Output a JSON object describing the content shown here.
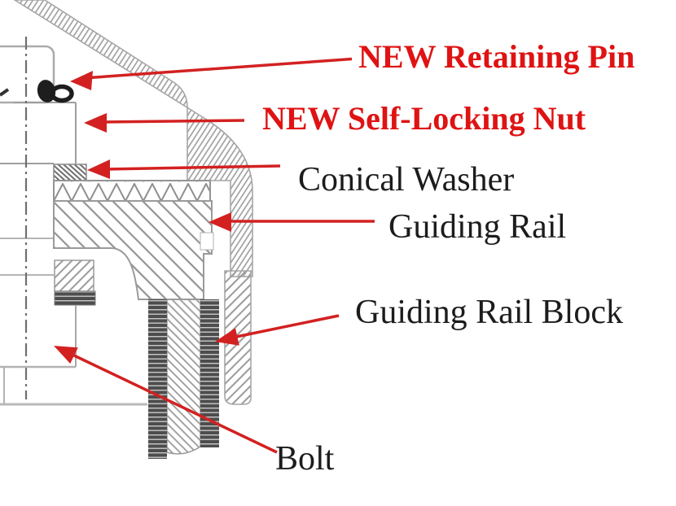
{
  "diagram": {
    "type": "mechanical-cross-section",
    "labels": {
      "retaining_pin": "NEW Retaining Pin",
      "self_locking_nut": "NEW Self-Locking Nut",
      "conical_washer": "Conical Washer",
      "guiding_rail": "Guiding Rail",
      "guiding_rail_block": "Guiding Rail Block",
      "bolt": "Bolt"
    },
    "colors": {
      "highlight_red": "#df1313",
      "arrow_red": "#d32121",
      "text_black": "#1c1c1c",
      "drawing_gray": "#9a9a9a",
      "thread_dark": "#4d4d4d",
      "background": "#ffffff"
    }
  }
}
